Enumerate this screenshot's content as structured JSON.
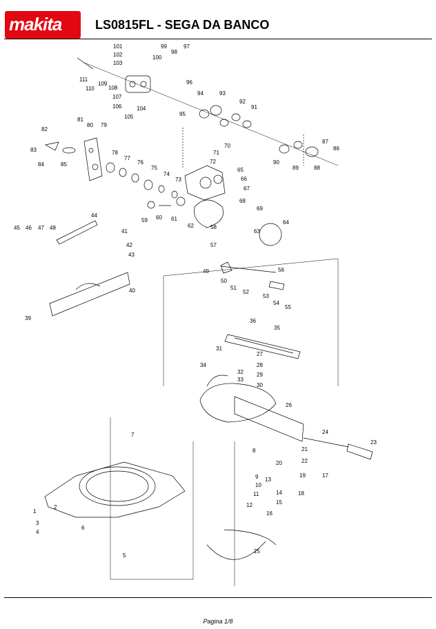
{
  "header": {
    "brand": "makita",
    "title": "LS0815FL - SEGA DA BANCO"
  },
  "footer": {
    "page": "Pagina 1/8"
  },
  "diagram": {
    "parts": [
      {
        "id": "101"
      },
      {
        "id": "102"
      },
      {
        "id": "103"
      },
      {
        "id": "99"
      },
      {
        "id": "98"
      },
      {
        "id": "97"
      },
      {
        "id": "100"
      },
      {
        "id": "111"
      },
      {
        "id": "109"
      },
      {
        "id": "108"
      },
      {
        "id": "110"
      },
      {
        "id": "107"
      },
      {
        "id": "104"
      },
      {
        "id": "106"
      },
      {
        "id": "105"
      },
      {
        "id": "96"
      },
      {
        "id": "94"
      },
      {
        "id": "93"
      },
      {
        "id": "95"
      },
      {
        "id": "92"
      },
      {
        "id": "91"
      },
      {
        "id": "81"
      },
      {
        "id": "80"
      },
      {
        "id": "79"
      },
      {
        "id": "82"
      },
      {
        "id": "83"
      },
      {
        "id": "84"
      },
      {
        "id": "85"
      },
      {
        "id": "78"
      },
      {
        "id": "77"
      },
      {
        "id": "76"
      },
      {
        "id": "75"
      },
      {
        "id": "74"
      },
      {
        "id": "73"
      },
      {
        "id": "70"
      },
      {
        "id": "71"
      },
      {
        "id": "72"
      },
      {
        "id": "65"
      },
      {
        "id": "66"
      },
      {
        "id": "67"
      },
      {
        "id": "68"
      },
      {
        "id": "69"
      },
      {
        "id": "87"
      },
      {
        "id": "86"
      },
      {
        "id": "90"
      },
      {
        "id": "89"
      },
      {
        "id": "88"
      },
      {
        "id": "44"
      },
      {
        "id": "45"
      },
      {
        "id": "46"
      },
      {
        "id": "47"
      },
      {
        "id": "48"
      },
      {
        "id": "59"
      },
      {
        "id": "60"
      },
      {
        "id": "61"
      },
      {
        "id": "62"
      },
      {
        "id": "58"
      },
      {
        "id": "63"
      },
      {
        "id": "64"
      },
      {
        "id": "41"
      },
      {
        "id": "42"
      },
      {
        "id": "43"
      },
      {
        "id": "57"
      },
      {
        "id": "49"
      },
      {
        "id": "50"
      },
      {
        "id": "51"
      },
      {
        "id": "52"
      },
      {
        "id": "56"
      },
      {
        "id": "53"
      },
      {
        "id": "54"
      },
      {
        "id": "55"
      },
      {
        "id": "40"
      },
      {
        "id": "39"
      },
      {
        "id": "36"
      },
      {
        "id": "35"
      },
      {
        "id": "31"
      },
      {
        "id": "27"
      },
      {
        "id": "34"
      },
      {
        "id": "32"
      },
      {
        "id": "28"
      },
      {
        "id": "33"
      },
      {
        "id": "29"
      },
      {
        "id": "30"
      },
      {
        "id": "26"
      },
      {
        "id": "7"
      },
      {
        "id": "24"
      },
      {
        "id": "23"
      },
      {
        "id": "8"
      },
      {
        "id": "21"
      },
      {
        "id": "22"
      },
      {
        "id": "20"
      },
      {
        "id": "9"
      },
      {
        "id": "13"
      },
      {
        "id": "19"
      },
      {
        "id": "17"
      },
      {
        "id": "18"
      },
      {
        "id": "10"
      },
      {
        "id": "11"
      },
      {
        "id": "14"
      },
      {
        "id": "15"
      },
      {
        "id": "12"
      },
      {
        "id": "16"
      },
      {
        "id": "1"
      },
      {
        "id": "2"
      },
      {
        "id": "3"
      },
      {
        "id": "4"
      },
      {
        "id": "6"
      },
      {
        "id": "5"
      },
      {
        "id": "25"
      }
    ]
  }
}
